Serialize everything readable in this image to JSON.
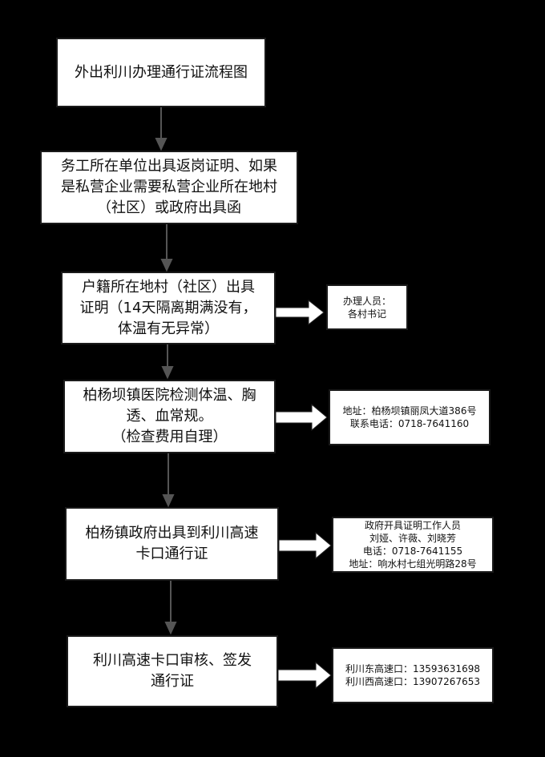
{
  "steps": [
    {
      "lines": [
        "外出利川办理通行证流程图"
      ]
    },
    {
      "lines": [
        "务工所在单位出具返岗证明、如果",
        "是私营企业需要私营企业所在地村",
        "（社区）或政府出具函"
      ]
    },
    {
      "lines": [
        "户籍所在地村（社区）出具",
        "证明（14天隔离期满没有，",
        "体温有无异常）"
      ]
    },
    {
      "lines": [
        "柏杨坝镇医院检测体温、胸",
        "透、血常规。",
        "（检查费用自理）"
      ]
    },
    {
      "lines": [
        "柏杨镇政府出具到利川高速",
        "卡口通行证"
      ]
    },
    {
      "lines": [
        "利川高速卡口审核、签发",
        "通行证"
      ]
    }
  ],
  "notes": [
    {
      "lines": [
        "办理人员：",
        "各村书记"
      ]
    },
    {
      "lines": [
        "地址：柏杨坝镇丽凤大道386号",
        "联系电话：0718-7641160"
      ]
    },
    {
      "lines": [
        "政府开具证明工作人员",
        "刘娅、许薇、刘晓芳",
        "电话：0718-7641155",
        "地址：响水村七组光明路28号"
      ]
    },
    {
      "lines": [
        "利川东高速口：13593631698",
        "利川西高速口：13907267653"
      ]
    }
  ]
}
